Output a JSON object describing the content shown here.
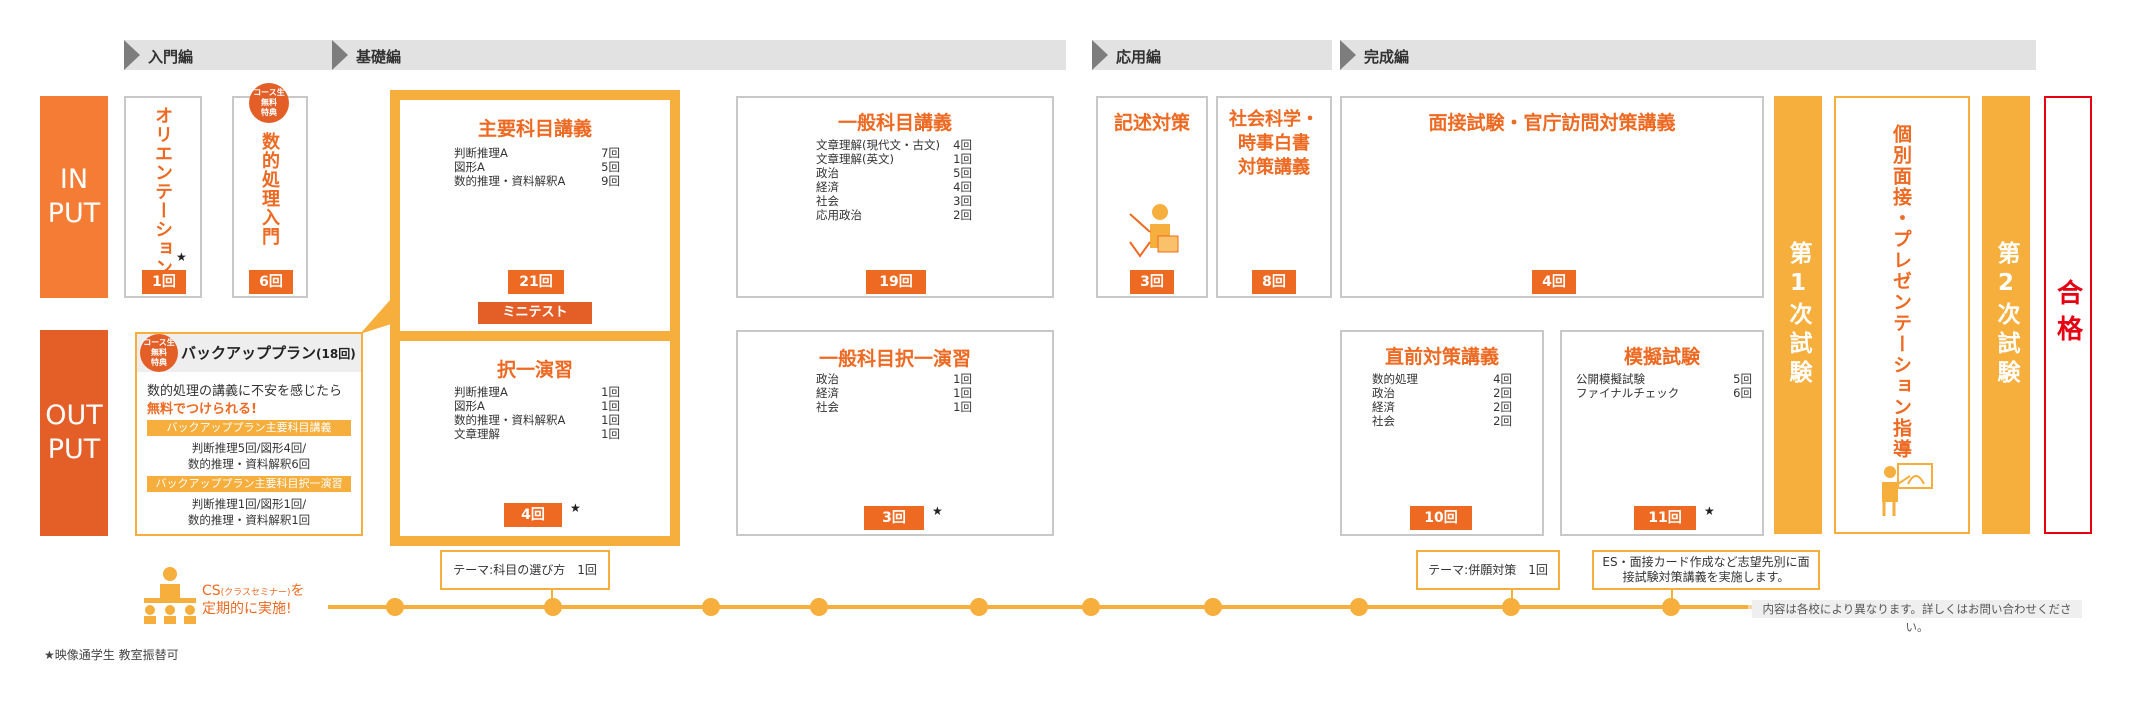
{
  "phases": [
    {
      "id": "intro",
      "label": "入門編"
    },
    {
      "id": "basic",
      "label": "基礎編"
    },
    {
      "id": "applied",
      "label": "応用編"
    },
    {
      "id": "complete",
      "label": "完成編"
    }
  ],
  "rows": {
    "input": "IN\nPUT",
    "output": "OUT\nPUT"
  },
  "intro": {
    "orientation": {
      "title": "オリエンテーション",
      "star": "★",
      "count": "1回"
    },
    "math_intro": {
      "free_badge": "コース生\n無料\n特典",
      "title": "数的処理入門",
      "count": "6回"
    }
  },
  "backup": {
    "free_badge": "コース生\n無料\n特典",
    "title": "バックアッププラン",
    "title_count": "(18回)",
    "line1": "数的処理の講義に不安を感じたら",
    "line2": "無料でつけられる!",
    "sub1_label": "バックアッププラン主要科目講義",
    "sub1_text1": "判断推理5回/図形4回/",
    "sub1_text2": "数的推理・資料解釈6回",
    "sub2_label": "バックアッププラン主要科目択一演習",
    "sub2_text1": "判断推理1回/図形1回/",
    "sub2_text2": "数的推理・資料解釈1回"
  },
  "main_lecture": {
    "title": "主要科目講義",
    "items": [
      [
        "判断推理A",
        "7回"
      ],
      [
        "図形A",
        "5回"
      ],
      [
        "数的推理・資料解釈A",
        "9回"
      ]
    ],
    "count": "21回",
    "minitest": "ミニテスト"
  },
  "main_drill": {
    "title": "択一演習",
    "items": [
      [
        "判断推理A",
        "1回"
      ],
      [
        "図形A",
        "1回"
      ],
      [
        "数的推理・資料解釈A",
        "1回"
      ],
      [
        "文章理解",
        "1回"
      ]
    ],
    "count": "4回",
    "star": "★"
  },
  "general_lecture": {
    "title": "一般科目講義",
    "items": [
      [
        "文章理解(現代文・古文)",
        "4回"
      ],
      [
        "文章理解(英文)",
        "1回"
      ],
      [
        "政治",
        "5回"
      ],
      [
        "経済",
        "4回"
      ],
      [
        "社会",
        "3回"
      ],
      [
        "応用政治",
        "2回"
      ]
    ],
    "count": "19回"
  },
  "general_drill": {
    "title": "一般科目択一演習",
    "items": [
      [
        "政治",
        "1回"
      ],
      [
        "経済",
        "1回"
      ],
      [
        "社会",
        "1回"
      ]
    ],
    "count": "3回",
    "star": "★"
  },
  "essay": {
    "title": "記述対策",
    "count": "3回"
  },
  "social": {
    "title": "社会科学・\n時事白書\n対策講義",
    "count": "8回"
  },
  "interview": {
    "title": "面接試験・官庁訪問対策講義",
    "count": "4回"
  },
  "final_prep": {
    "title": "直前対策講義",
    "items": [
      [
        "数的処理",
        "4回"
      ],
      [
        "政治",
        "2回"
      ],
      [
        "経済",
        "2回"
      ],
      [
        "社会",
        "2回"
      ]
    ],
    "count": "10回"
  },
  "mock": {
    "title": "模擬試験",
    "items": [
      [
        "公開模擬試験",
        "5回"
      ],
      [
        "ファイナルチェック",
        "6回"
      ]
    ],
    "count": "11回",
    "star": "★"
  },
  "first_exam": "第1次試験",
  "individual": "個別面接・プレゼンテーション指導",
  "second_exam": "第2次試験",
  "pass": "合格",
  "cs": {
    "line1a": "CS",
    "line1b": "(クラスセミナー)",
    "line1c": "を",
    "line2": "定期的に実施!"
  },
  "themes": {
    "t1": "テーマ:科目の選び方　1回",
    "t2": "テーマ:併願対策　1回",
    "t3": "ES・面接カード作成など志望先別に面接試験対策講義を実施します。"
  },
  "note": "内容は各校により異なります。詳しくはお問い合わせください。",
  "footnote": "★映像通学生 教室振替可",
  "colors": {
    "orange": "#ee6a22",
    "light_orange": "#f6ae3c",
    "red": "#e60012",
    "gray": "#c8c8c8"
  }
}
